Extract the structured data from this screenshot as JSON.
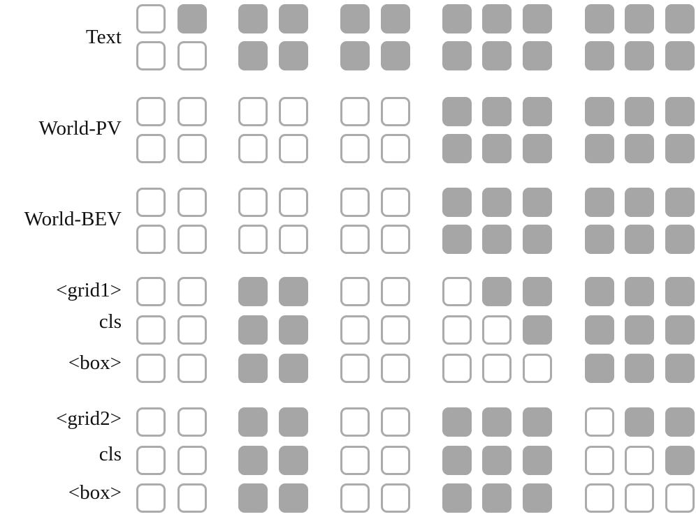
{
  "rows": [
    {
      "label": "Text",
      "cells": [
        [
          0,
          1
        ],
        [
          1,
          1
        ],
        [
          1,
          1
        ],
        [
          1,
          1,
          1
        ],
        [
          1,
          1,
          1
        ]
      ]
    },
    {
      "label": "",
      "cells": [
        [
          0,
          0
        ],
        [
          1,
          1
        ],
        [
          1,
          1
        ],
        [
          1,
          1,
          1
        ],
        [
          1,
          1,
          1
        ]
      ]
    },
    {
      "label": "",
      "cells": [
        [
          0,
          0
        ],
        [
          0,
          0
        ],
        [
          0,
          0
        ],
        [
          1,
          1,
          1
        ],
        [
          1,
          1,
          1
        ]
      ]
    },
    {
      "label": "World-PV",
      "cells": [
        [
          0,
          0
        ],
        [
          0,
          0
        ],
        [
          0,
          0
        ],
        [
          1,
          1,
          1
        ],
        [
          1,
          1,
          1
        ]
      ]
    },
    {
      "label": "",
      "cells": [
        [
          0,
          0
        ],
        [
          0,
          0
        ],
        [
          0,
          0
        ],
        [
          1,
          1,
          1
        ],
        [
          1,
          1,
          1
        ]
      ]
    },
    {
      "label": "World-BEV",
      "cells": [
        [
          0,
          0
        ],
        [
          0,
          0
        ],
        [
          0,
          0
        ],
        [
          1,
          1,
          1
        ],
        [
          1,
          1,
          1
        ]
      ]
    },
    {
      "label": "<grid1>",
      "cells": [
        [
          0,
          0
        ],
        [
          1,
          1
        ],
        [
          0,
          0
        ],
        [
          0,
          1,
          1
        ],
        [
          1,
          1,
          1
        ]
      ]
    },
    {
      "label": "cls",
      "cells": [
        [
          0,
          0
        ],
        [
          1,
          1
        ],
        [
          0,
          0
        ],
        [
          0,
          0,
          1
        ],
        [
          1,
          1,
          1
        ]
      ]
    },
    {
      "label": "<box>",
      "cells": [
        [
          0,
          0
        ],
        [
          1,
          1
        ],
        [
          0,
          0
        ],
        [
          0,
          0,
          0
        ],
        [
          1,
          1,
          1
        ]
      ]
    },
    {
      "label": "<grid2>",
      "cells": [
        [
          0,
          0
        ],
        [
          1,
          1
        ],
        [
          0,
          0
        ],
        [
          1,
          1,
          1
        ],
        [
          0,
          1,
          1
        ]
      ]
    },
    {
      "label": "cls",
      "cells": [
        [
          0,
          0
        ],
        [
          1,
          1
        ],
        [
          0,
          0
        ],
        [
          1,
          1,
          1
        ],
        [
          0,
          0,
          1
        ]
      ]
    },
    {
      "label": "<box>",
      "cells": [
        [
          0,
          0
        ],
        [
          1,
          1
        ],
        [
          0,
          0
        ],
        [
          1,
          1,
          1
        ],
        [
          0,
          0,
          0
        ]
      ]
    }
  ],
  "colors": {
    "filled": "#a6a6a6",
    "empty_border": "#ababab",
    "empty_fill": "#ffffff",
    "label_text": "#111111"
  }
}
